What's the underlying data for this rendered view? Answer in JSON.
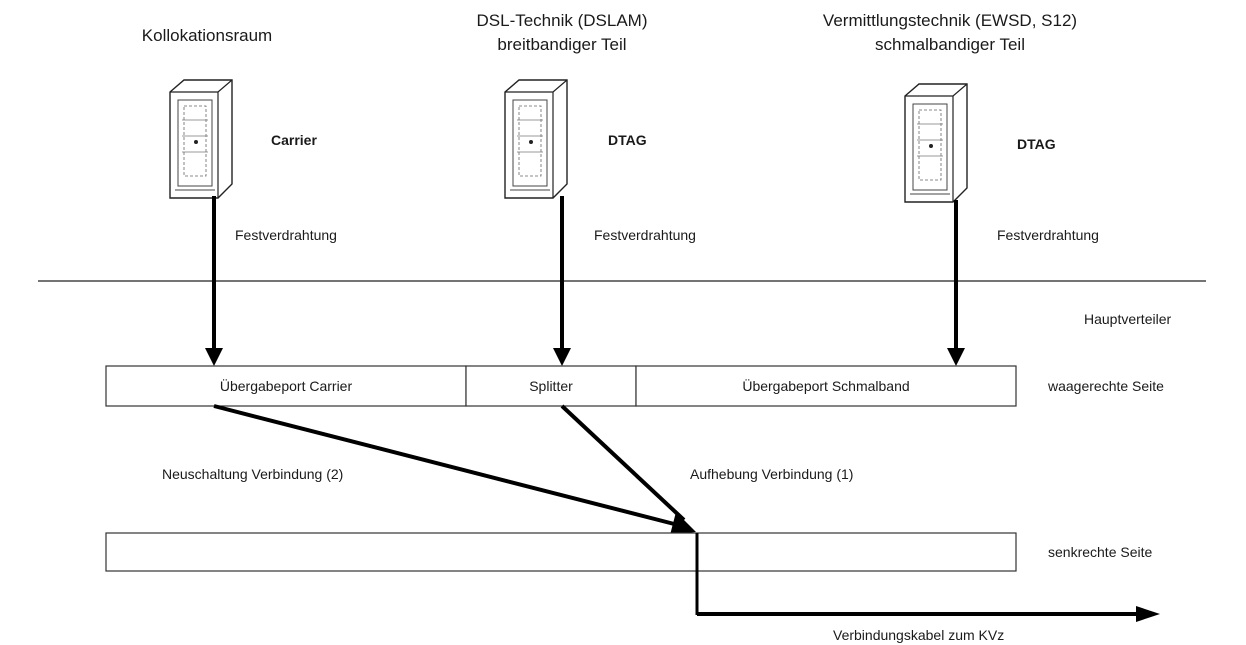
{
  "columns": [
    {
      "title_line1": "Kollokationsraum",
      "title_line2": "",
      "owner": "Carrier",
      "wiring": "Festverdrahtung"
    },
    {
      "title_line1": "DSL-Technik (DSLAM)",
      "title_line2": "breitbandiger Teil",
      "owner": "DTAG",
      "wiring": "Festverdrahtung"
    },
    {
      "title_line1": "Vermittlungstechnik (EWSD, S12)",
      "title_line2": "schmalbandiger Teil",
      "owner": "DTAG",
      "wiring": "Festverdrahtung"
    }
  ],
  "mdf_label": "Hauptverteiler",
  "horizontal_side": {
    "label": "waagerechte Seite",
    "ports": [
      "Übergabeport Carrier",
      "Splitter",
      "Übergabeport Schmalband"
    ]
  },
  "vertical_side": {
    "label": "senkrechte Seite"
  },
  "connections": {
    "new": "Neuschaltung Verbindung (2)",
    "removed": "Aufhebung Verbindung (1)"
  },
  "cable_label": "Verbindungskabel zum KVz"
}
